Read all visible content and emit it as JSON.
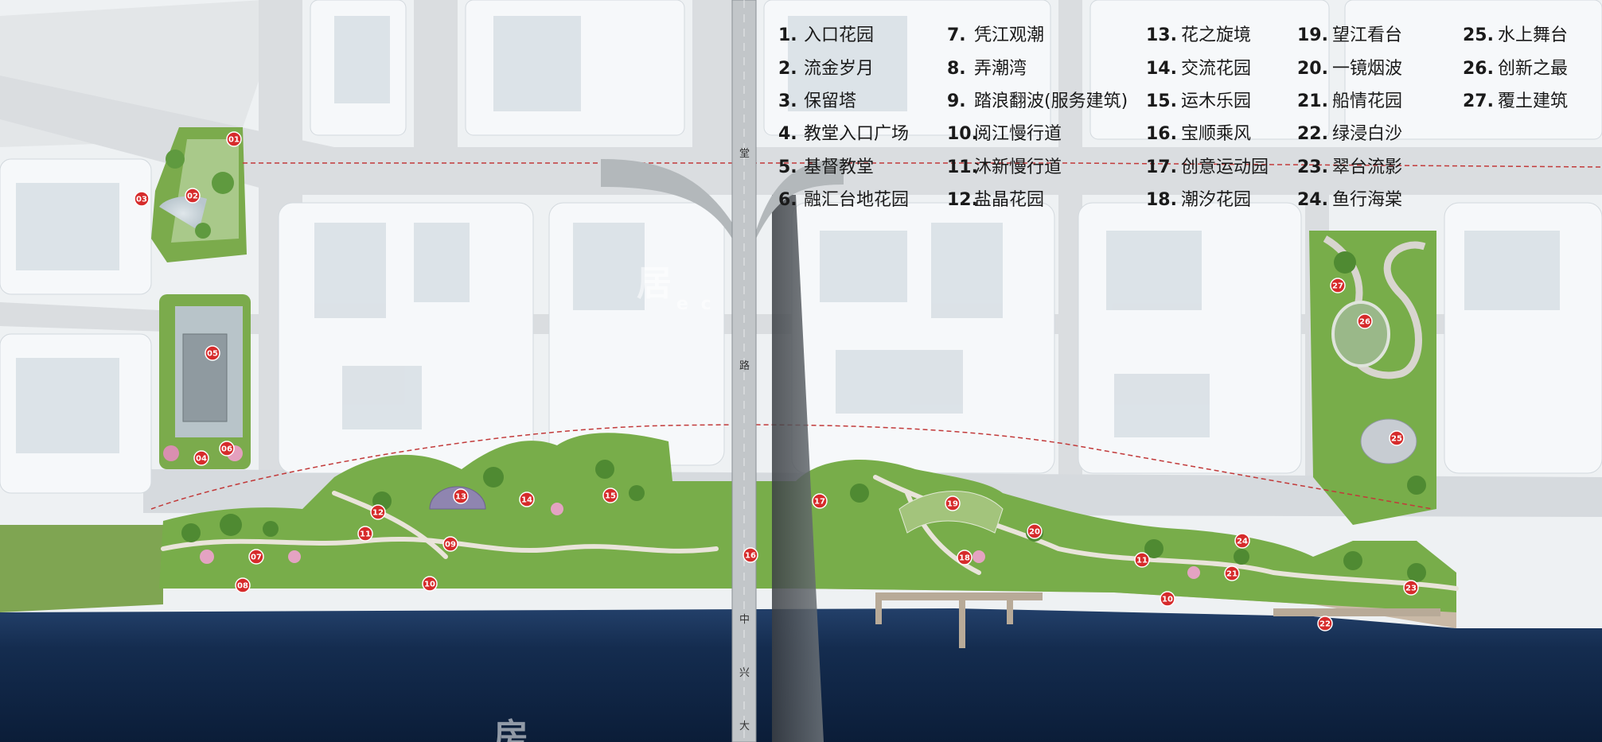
{
  "legend": {
    "columns": [
      [
        {
          "num": "1.",
          "label": "入口花园"
        },
        {
          "num": "2.",
          "label": "流金岁月"
        },
        {
          "num": "3.",
          "label": "保留塔"
        },
        {
          "num": "4.",
          "label": "教堂入口广场"
        },
        {
          "num": "5.",
          "label": "基督教堂"
        },
        {
          "num": "6.",
          "label": "融汇台地花园"
        }
      ],
      [
        {
          "num": "7.",
          "label": "凭江观潮"
        },
        {
          "num": "8.",
          "label": "弄潮湾"
        },
        {
          "num": "9.",
          "label": "踏浪翻波(服务建筑)"
        },
        {
          "num": "10.",
          "label": "阅江慢行道"
        },
        {
          "num": "11.",
          "label": "沐新慢行道"
        },
        {
          "num": "12.",
          "label": "盐晶花园"
        }
      ],
      [
        {
          "num": "13.",
          "label": "花之旋境"
        },
        {
          "num": "14.",
          "label": "交流花园"
        },
        {
          "num": "15.",
          "label": "运木乐园"
        },
        {
          "num": "16.",
          "label": "宝顺乘风"
        },
        {
          "num": "17.",
          "label": "创意运动园"
        },
        {
          "num": "18.",
          "label": "潮汐花园"
        }
      ],
      [
        {
          "num": "19.",
          "label": "望江看台"
        },
        {
          "num": "20.",
          "label": "一镜烟波"
        },
        {
          "num": "21.",
          "label": "船情花园"
        },
        {
          "num": "22.",
          "label": "绿浸白沙"
        },
        {
          "num": "23.",
          "label": "翠台流影"
        },
        {
          "num": "24.",
          "label": "鱼行海棠"
        }
      ],
      [
        {
          "num": "25.",
          "label": "水上舞台"
        },
        {
          "num": "26.",
          "label": "创新之最"
        },
        {
          "num": "27.",
          "label": "覆土建筑"
        }
      ]
    ]
  },
  "markers": [
    {
      "label": "01"
    },
    {
      "label": "02"
    },
    {
      "label": "03"
    },
    {
      "label": "05"
    },
    {
      "label": "04"
    },
    {
      "label": "06"
    },
    {
      "label": "07"
    },
    {
      "label": "08"
    },
    {
      "label": "12"
    },
    {
      "label": "11"
    },
    {
      "label": "09"
    },
    {
      "label": "10"
    },
    {
      "label": "13"
    },
    {
      "label": "14"
    },
    {
      "label": "15"
    },
    {
      "label": "16"
    },
    {
      "label": "17"
    },
    {
      "label": "19"
    },
    {
      "label": "20"
    },
    {
      "label": "18"
    },
    {
      "label": "11"
    },
    {
      "label": "24"
    },
    {
      "label": "21"
    },
    {
      "label": "10"
    },
    {
      "label": "22"
    },
    {
      "label": "23"
    },
    {
      "label": "27"
    },
    {
      "label": "26"
    },
    {
      "label": "25"
    }
  ],
  "road": {
    "chars": [
      "堂",
      "路",
      "中",
      "兴",
      "大"
    ]
  },
  "watermarks": [
    "居",
    "e c",
    "房"
  ],
  "colors": {
    "river": "#0f2440",
    "road": "#d9dde0",
    "park_green": "#6fa646",
    "marker": "#d62b2b",
    "building": "#f4f6f8",
    "bridge": "#9aa0a4"
  }
}
